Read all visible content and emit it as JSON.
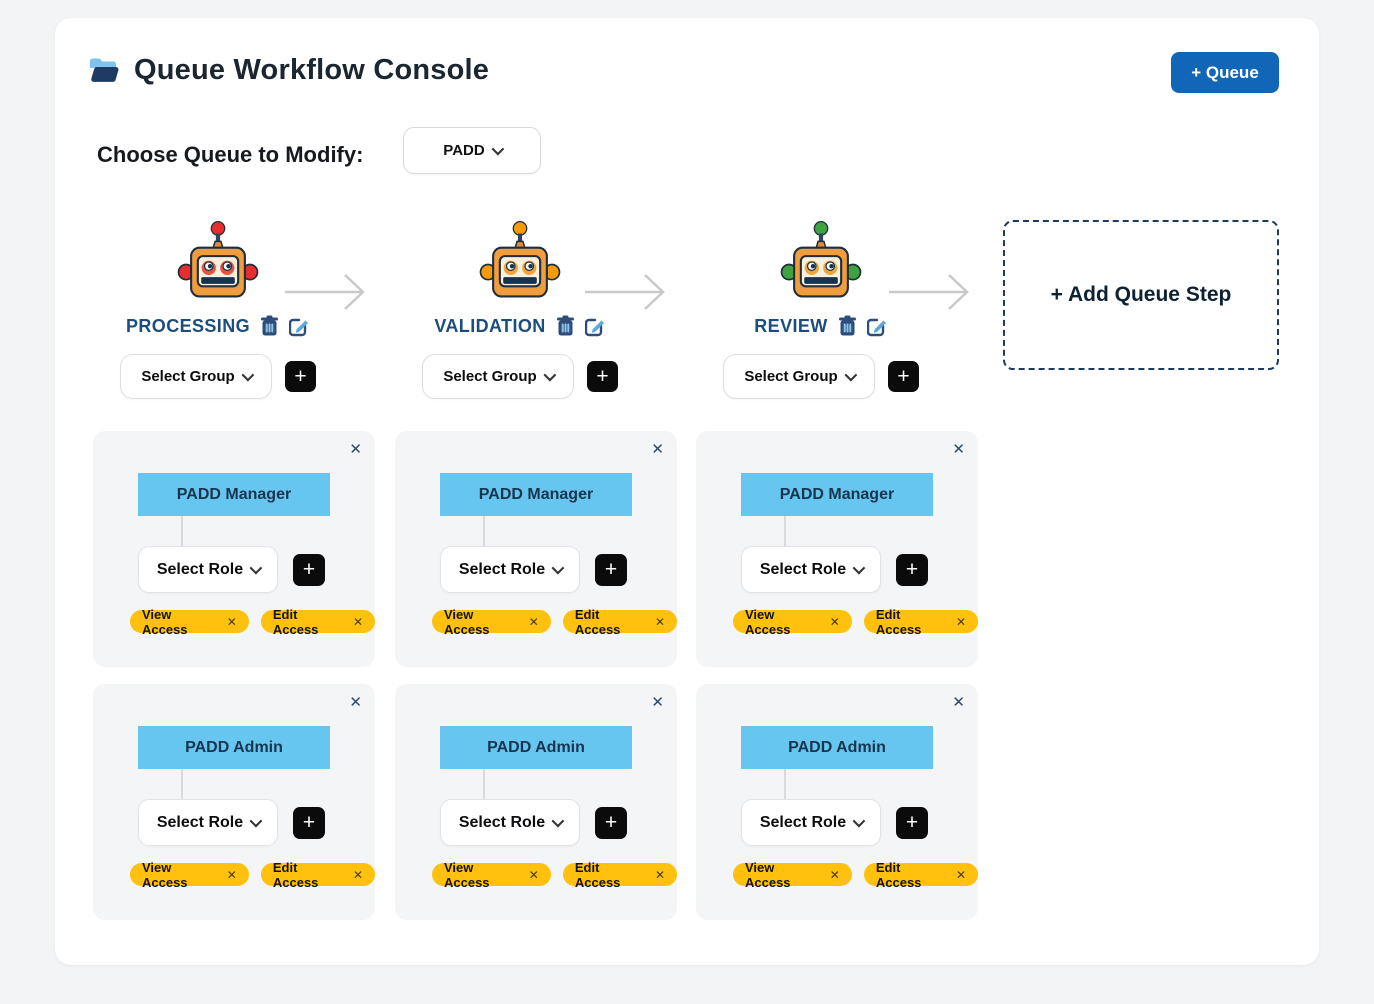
{
  "colors": {
    "primary_blue": "#1266b8",
    "group_bar_blue": "#67c6f0",
    "chip_yellow": "#ffc10e",
    "step_label_navy": "#1c4d7c",
    "dashed_border_navy": "#1d3a5f",
    "arrow_gray": "#c9c9c9"
  },
  "header": {
    "title": "Queue Workflow Console",
    "add_queue_button": "+ Queue"
  },
  "queue_selector": {
    "label": "Choose Queue to Modify:",
    "selected": "PADD"
  },
  "plus_label": "+",
  "close_label": "✕",
  "steps": [
    {
      "name": "PROCESSING",
      "accent": "#e62e2e",
      "eye_accent": "#e8513d",
      "select_group_label": "Select Group"
    },
    {
      "name": "VALIDATION",
      "accent": "#f59b0b",
      "eye_accent": "#f2a43b",
      "select_group_label": "Select Group"
    },
    {
      "name": "REVIEW",
      "accent": "#3fa33f",
      "eye_accent": "#f2a43b",
      "select_group_label": "Select Group"
    }
  ],
  "add_step_button": "+ Add Queue Step",
  "cards": [
    {
      "title": "PADD Manager",
      "select_role_label": "Select Role",
      "chips": [
        {
          "label": "View Access"
        },
        {
          "label": "Edit Access"
        }
      ]
    },
    {
      "title": "PADD Manager",
      "select_role_label": "Select Role",
      "chips": [
        {
          "label": "View Access"
        },
        {
          "label": "Edit Access"
        }
      ]
    },
    {
      "title": "PADD Manager",
      "select_role_label": "Select Role",
      "chips": [
        {
          "label": "View Access"
        },
        {
          "label": "Edit Access"
        }
      ]
    },
    {
      "title": "PADD Admin",
      "select_role_label": "Select Role",
      "chips": [
        {
          "label": "View Access"
        },
        {
          "label": "Edit Access"
        }
      ]
    },
    {
      "title": "PADD Admin",
      "select_role_label": "Select Role",
      "chips": [
        {
          "label": "View Access"
        },
        {
          "label": "Edit Access"
        }
      ]
    },
    {
      "title": "PADD Admin",
      "select_role_label": "Select Role",
      "chips": [
        {
          "label": "View Access"
        },
        {
          "label": "Edit Access"
        }
      ]
    }
  ]
}
